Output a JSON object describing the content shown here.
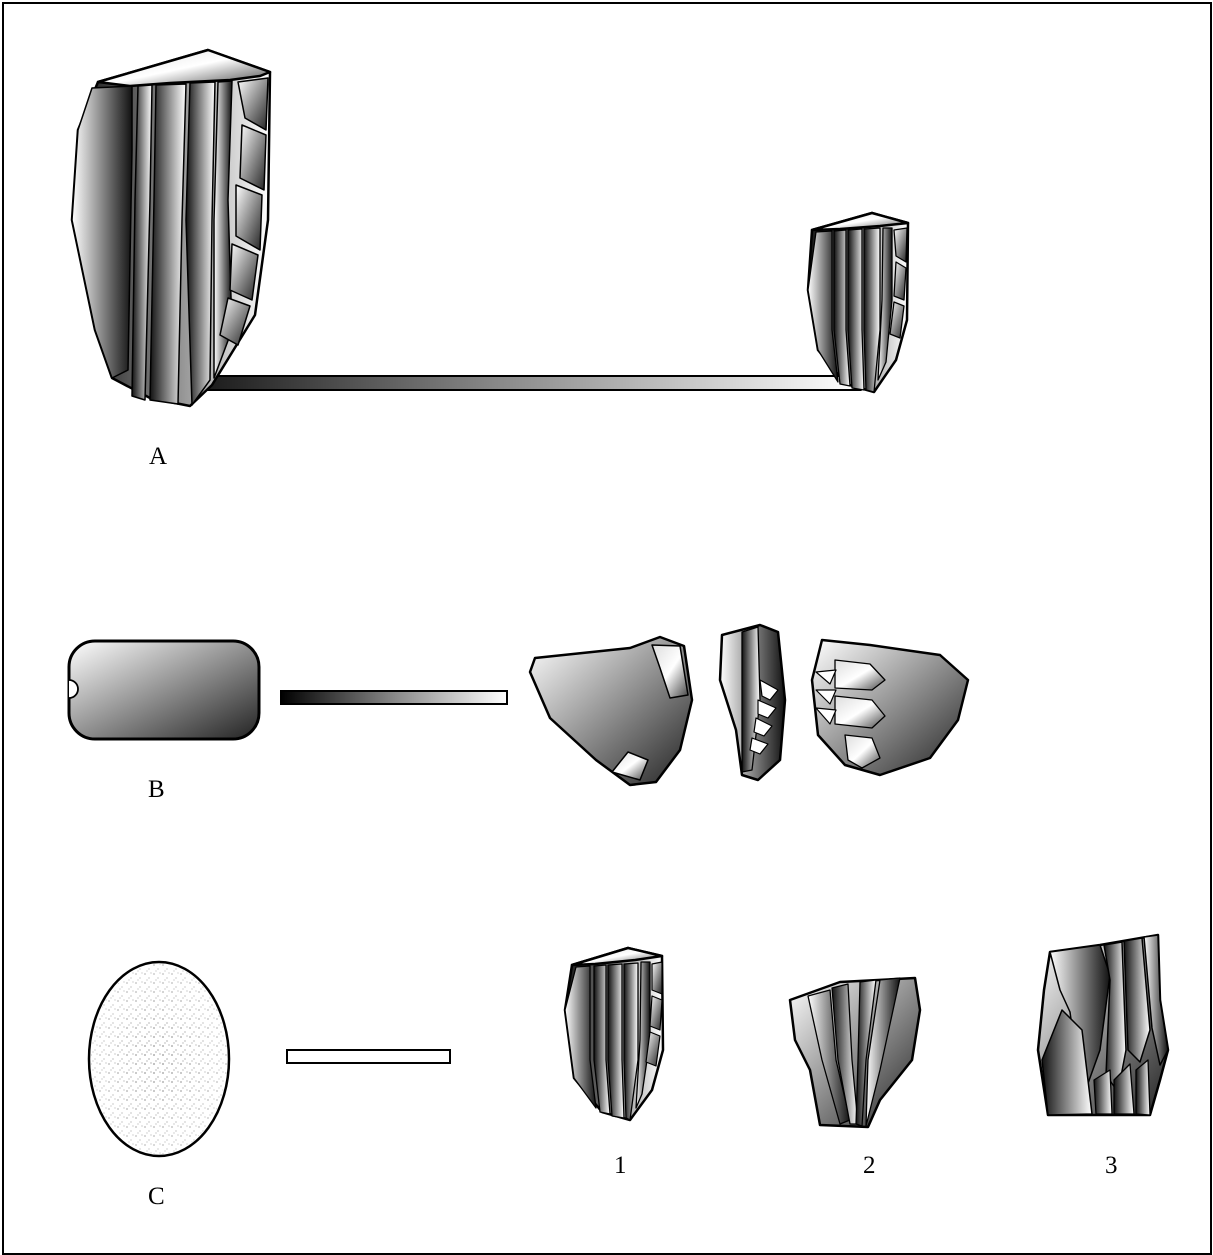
{
  "labels": {
    "a": "A",
    "b": "B",
    "c": "C",
    "c1": "1",
    "c2": "2",
    "c3": "3"
  },
  "colors": {
    "stroke": "#000000",
    "dark": "#1a1a1a",
    "light": "#ffffff"
  }
}
